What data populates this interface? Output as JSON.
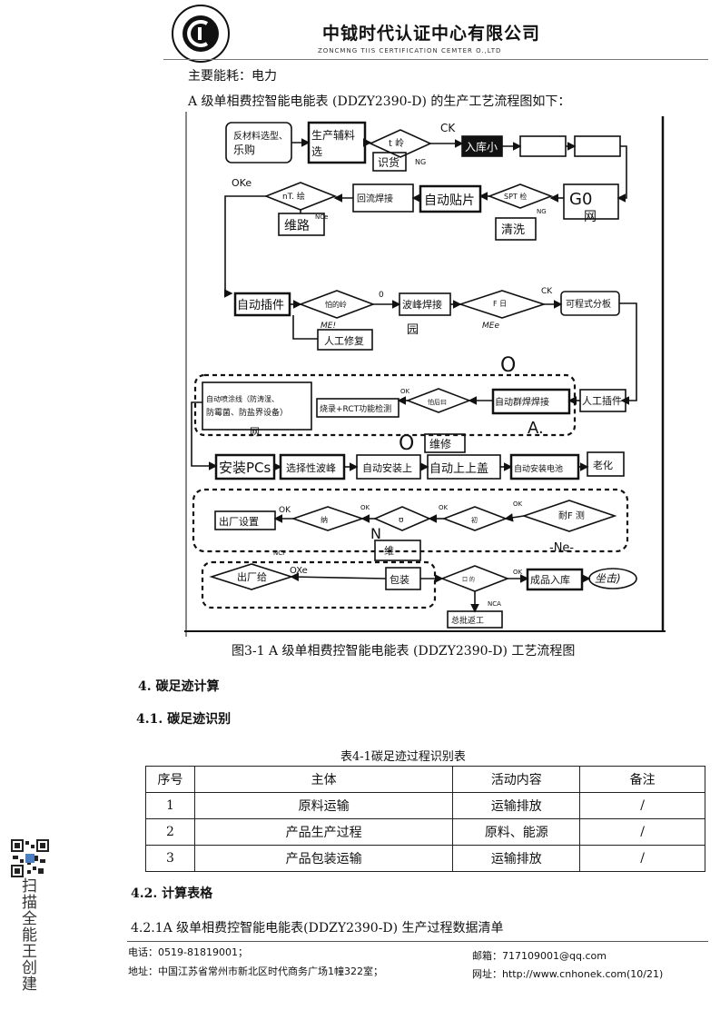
{
  "header": {
    "company": "中钺时代认证中心有限公司",
    "company_en": "ZONCMNG TIIS CERTIFICATION CEMTER O.,LTD",
    "logo_alt": "Zhong Yue Times Certification Center"
  },
  "intro": {
    "energy": "主要能耗：电力",
    "flow_intro": "A 级单相费控智能电能表 (DDZY2390-D) 的生产工艺流程图如下："
  },
  "flowchart": {
    "caption": "图3-1 A 级单相费控智能电能表 (DDZY2390-D) 工艺流程图",
    "row1": {
      "raw_material": "反材料选型、",
      "raw_material_2": "乐购",
      "aux_material": "生产辅料",
      "aux_material_2": "选",
      "decision": "t 岭",
      "ck": "CK",
      "receive": "识货",
      "ng": "NG",
      "warehouse": "入库小"
    },
    "row2": {
      "ok": "OKe",
      "decision": "nT. 绘",
      "nce": "NCe",
      "reflow": "回流焊接",
      "smt": "自动贴片",
      "spt": "SPT 检",
      "ng": "NG",
      "go": "G0",
      "net": "网",
      "repair": "维路",
      "clean": "清洗"
    },
    "row3": {
      "insert": "自动插件",
      "decision": "怕的岭",
      "zero": "0",
      "wave": "波峰焊接",
      "yuan": "园",
      "f_check": "F 日",
      "ck": "CK",
      "split": "可程式分板",
      "me": "ME!",
      "mee": "MEe",
      "manual_repair": "人工修复",
      "o_mark": "O"
    },
    "row4": {
      "spray": "自动喷涂线（防涛湿、",
      "spray_2": "防霉菌、防盐界设备）",
      "net": "网",
      "ok": "OK",
      "burn": "烧录+RCT功能检测",
      "decision": "怕后曰",
      "auto_solder": "自动群焊焊接",
      "manual_insert": "人工插件",
      "repair": "维修",
      "o_mark": "O",
      "a_mark": "A."
    },
    "row5": {
      "pcs": "安装PCs",
      "selective": "选择性波峰",
      "auto_install": "自动安装上",
      "auto_cover": "自动上上盖",
      "battery": "自动安装电池",
      "aging": "老化"
    },
    "row6": {
      "ok1": "OK",
      "ship_set": "出厂设置",
      "d1": "纳",
      "ok2": "OK",
      "d2": "ʊ",
      "ok3": "OK",
      "d3": "初",
      "ok4": "OK",
      "withstand": "耐F 测",
      "n_mark": "N",
      "ncf": "NCF",
      "repair": "维",
      "ne": "-Ne-"
    },
    "row7": {
      "ship": "出厂给",
      "oxe": "OXe",
      "pack": "包装",
      "d": "口 的",
      "ok": "OK",
      "finished": "成品入库",
      "sale": "坐击)",
      "nca": "NCA",
      "rework": "总批返工"
    }
  },
  "section4": {
    "title": "4. 碳足迹计算",
    "s41": "4.1. 碳足迹识别",
    "table_caption": "表4-1碳足迹过程识别表",
    "table": {
      "headers": [
        "序号",
        "主体",
        "活动内容",
        "备注"
      ],
      "rows": [
        [
          "1",
          "原料运输",
          "运输排放",
          "/"
        ],
        [
          "2",
          "产品生产过程",
          "原料、能源",
          "/"
        ],
        [
          "3",
          "产品包装运输",
          "运输排放",
          "/"
        ]
      ]
    },
    "s42": "4.2. 计算表格",
    "s421": "4.2.1A 级单相费控智能电能表(DDZY2390-D) 生产过程数据清单"
  },
  "footer": {
    "phone": "电话：0519-81819001；",
    "address": "地址：中国江苏省常州市新北区时代商务广场1幢322室；",
    "email": "邮箱：717109001@qq.com",
    "website": "网址：http://www.cnhonek.com(10/21)"
  },
  "side": {
    "scan_text": "扫描全能王创建"
  }
}
